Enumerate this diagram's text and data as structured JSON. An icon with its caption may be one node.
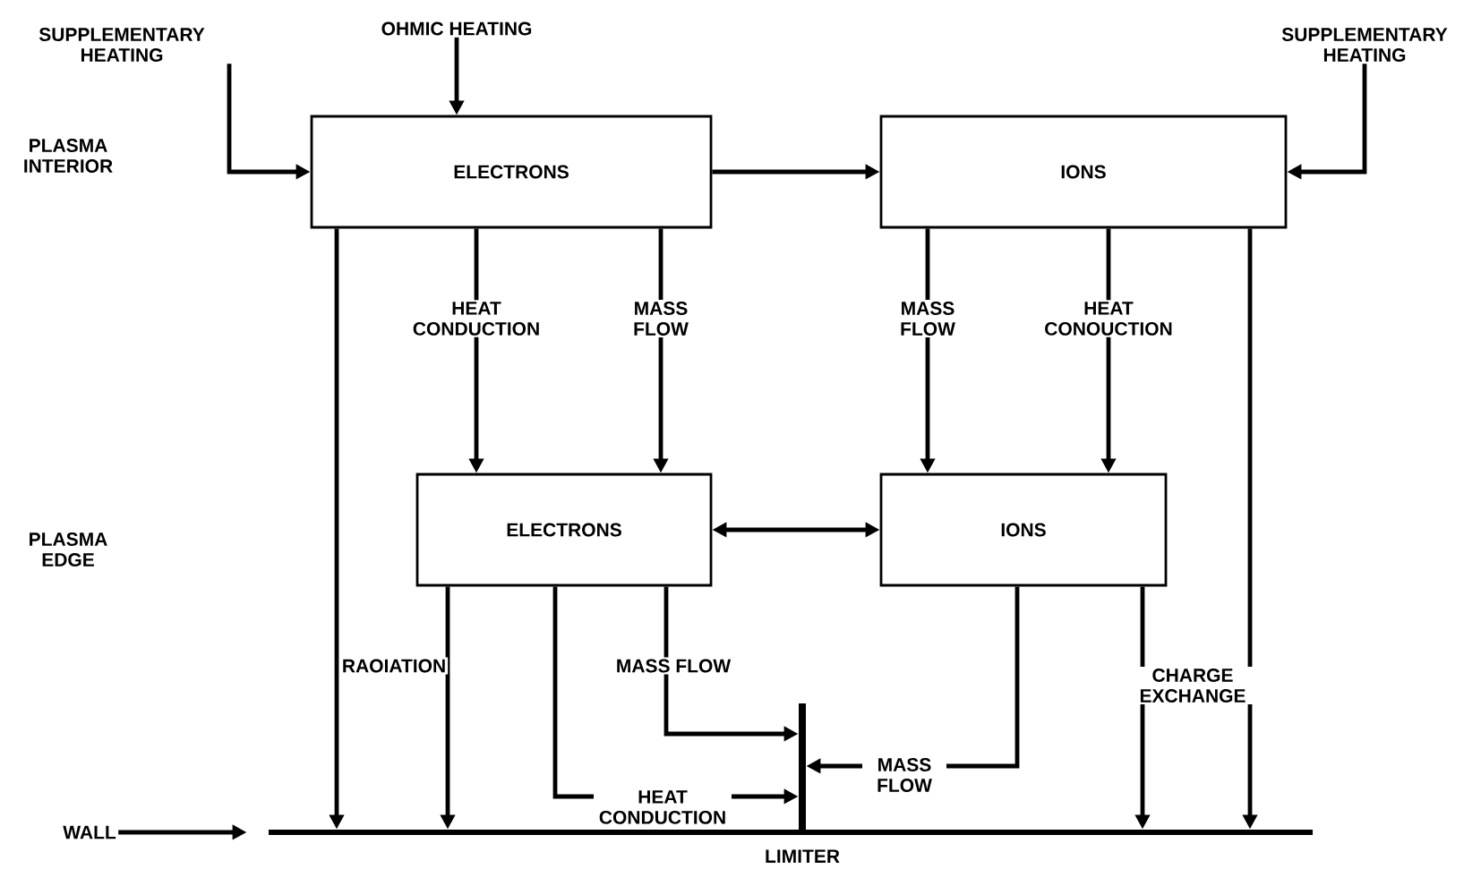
{
  "diagram": {
    "nodes": [
      {
        "text": [
          "SUPPLEMENTARY HEATING"
        ]
      },
      {
        "text": [
          "OHMIC HEATING"
        ]
      },
      {
        "text": [
          "SUPPLEMENTARY HEATING"
        ]
      },
      {
        "text": [
          "ELECTRONS"
        ]
      },
      {
        "text": [
          "IONS"
        ]
      },
      {
        "text": [
          "ELECTRONS"
        ]
      },
      {
        "text": [
          "IONS"
        ]
      },
      {
        "text": [],
        "shape": "bar"
      },
      {
        "text": [],
        "shape": "bar",
        "beside": [
          "LIMITER"
        ]
      },
      {
        "text": [
          "WALL"
        ]
      }
    ],
    "edges": [
      {
        "from": 0,
        "to": 3,
        "arrow": "to"
      },
      {
        "from": 1,
        "to": 3,
        "arrow": "to"
      },
      {
        "from": 2,
        "to": 4,
        "arrow": "to"
      },
      {
        "from": 3,
        "to": 4,
        "arrow": "to"
      },
      {
        "from": 3,
        "to": 5,
        "arrow": "to",
        "label": "HEAT CONDUCTION"
      },
      {
        "from": 3,
        "to": 5,
        "arrow": "to",
        "label": "MASS FLOW"
      },
      {
        "from": 4,
        "to": 6,
        "arrow": "to",
        "label": "MASS FLOW"
      },
      {
        "from": 4,
        "to": 6,
        "arrow": "to",
        "label": "HEAT CONOUCTION"
      },
      {
        "from": 5,
        "to": 6,
        "arrow": "both"
      },
      {
        "from": 3,
        "to": 7,
        "arrow": "to"
      },
      {
        "from": 5,
        "to": 7,
        "arrow": "to",
        "label": "RAOIATION"
      },
      {
        "from": 5,
        "to": 8,
        "arrow": "to",
        "label": "MASS FLOW"
      },
      {
        "from": 5,
        "to": 8,
        "arrow": "to",
        "label": "HEAT CONDUCTION"
      },
      {
        "from": 6,
        "to": 8,
        "arrow": "to",
        "label": "MASS FLOW"
      },
      {
        "from": 6,
        "to": 7,
        "arrow": "to",
        "label": "CHARGE EXCHANGE"
      },
      {
        "from": 4,
        "to": 7,
        "arrow": "to"
      },
      {
        "from": 9,
        "to": 7,
        "arrow": "to"
      }
    ],
    "labels": [
      "PLASMA INTERIOR",
      "PLASMA EDGE"
    ]
  }
}
